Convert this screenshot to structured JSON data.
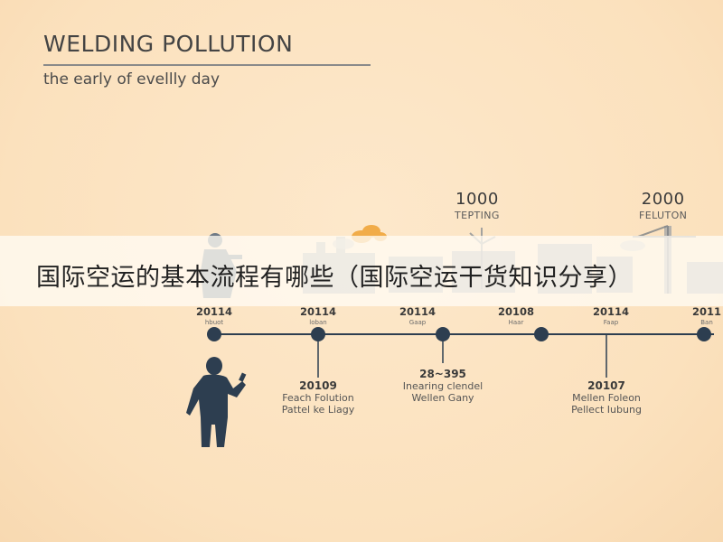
{
  "header": {
    "title": "WELDING POLLUTION",
    "subtitle": "the early of evellly day"
  },
  "milestones_top": [
    {
      "year": "1000",
      "label": "TEPTING"
    },
    {
      "year": "2000",
      "label": "FELUTON"
    }
  ],
  "banner": {
    "text": "国际空运的基本流程有哪些（国际空运干货知识分享）"
  },
  "timeline": {
    "ticks": [
      {
        "year": "20114",
        "sub": "hbuot"
      },
      {
        "year": "20114",
        "sub": "loban"
      },
      {
        "year": "20114",
        "sub": "Gaap"
      },
      {
        "year": "20108",
        "sub": "Haar"
      },
      {
        "year": "20114",
        "sub": "Faap"
      },
      {
        "year": "2011",
        "sub": "Ban"
      }
    ],
    "below": [
      {
        "year": "20109",
        "line1": "Feach Folution",
        "line2": "Pattel ke Liagy"
      },
      {
        "year": "28~395",
        "line1": "Inearing clendel",
        "line2": "Wellen Gany"
      },
      {
        "year": "20107",
        "line1": "Mellen Foleon",
        "line2": "Pellect Iubung"
      }
    ]
  },
  "colors": {
    "background": "#fce4c4",
    "figure": "#2d3e50",
    "smoke": "#f0a63c",
    "timeline": "#2d3e50"
  }
}
